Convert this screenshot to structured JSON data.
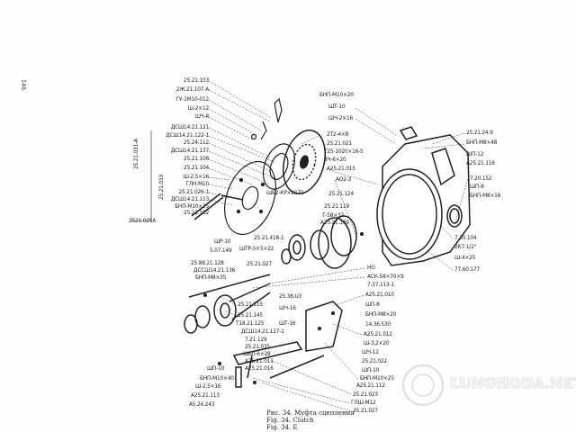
{
  "page_number": "146",
  "caption": {
    "ru": "Рис. 34. Муфта сцепления",
    "en": "Fig. 34. Clutch",
    "extra": "Fig. 34. E"
  },
  "watermark": "LUNOHODA.NET",
  "vertical_labels": [
    "25.21.031-А",
    "25.21.033"
  ],
  "labels_left": [
    "25.21.103",
    "2Ж.21.107-А",
    "ГУ-1М10-012",
    "Ш-2×12",
    "ШЧ-8",
    "ДСШ14.21.121",
    "ДСШ14.21.122-1",
    "25.24.112",
    "ДСШ14.21.137",
    "25.21.108",
    "25.21.104",
    "Ш-2,5×16",
    "ГЛН-М10",
    "25.21.026-1",
    "ДСШ14.21.113",
    "БНП-М10×25",
    "25.21.102",
    "2521.025А",
    "ШБ2-КР×2070"
  ],
  "labels_center_top": [
    "БНП-М10×20",
    "ШТ-10",
    "ШЧ-2×16",
    "2Т2-4×8",
    "25.21.021",
    "Т25-1020×16-5",
    "ЗЧ-6×20",
    "А25.21.015",
    "АО2-3",
    "25.21.124",
    "25.21.119",
    "Т-58×32",
    "А25.21.109"
  ],
  "labels_right": [
    "25.21.24.9",
    "БНП-М8×48",
    "ШП-12",
    "А25.21.116",
    "7.20.152",
    "ШП-8",
    "БНП-М8×16",
    "7.30.104",
    "2К7-1/2\"",
    "Ш-4×25",
    "77.60.177"
  ],
  "labels_lower_left": [
    "ШР-10",
    "5.07.149",
    "25.21.418-1",
    "ШТР-5×5×22",
    "25.21.027",
    "25.88.21.128",
    "ДССШ14.21.136",
    "БНП-М8×35",
    "25.21.115",
    "25.21.145",
    "Т18.21.125",
    "ДСШ14.21.127-1",
    "7.21.129",
    "25.21.035",
    "ШБ0-6×28",
    "А25.21.011",
    "А25.21.016",
    "ШП-10",
    "БНП-М10×40",
    "Ш-2,5×16",
    "А25.21.113",
    "А5.24.243",
    "25.38.U3",
    "ШЧ-16",
    "ШТ-16"
  ],
  "labels_lower_right": [
    "НО",
    "АСК-58×70×9",
    "7.37.113-1",
    "А25.21.010",
    "ШП-8",
    "БНП-М8×20",
    "14.36.530",
    "А25.21.012",
    "Ш-3,2×20",
    "ШЧ-12",
    "25.21.022",
    "ШП-10",
    "БНП-М10×25",
    "А25.21.112",
    "25.21.023",
    "ГЛШ-М12",
    "25.21.027"
  ]
}
